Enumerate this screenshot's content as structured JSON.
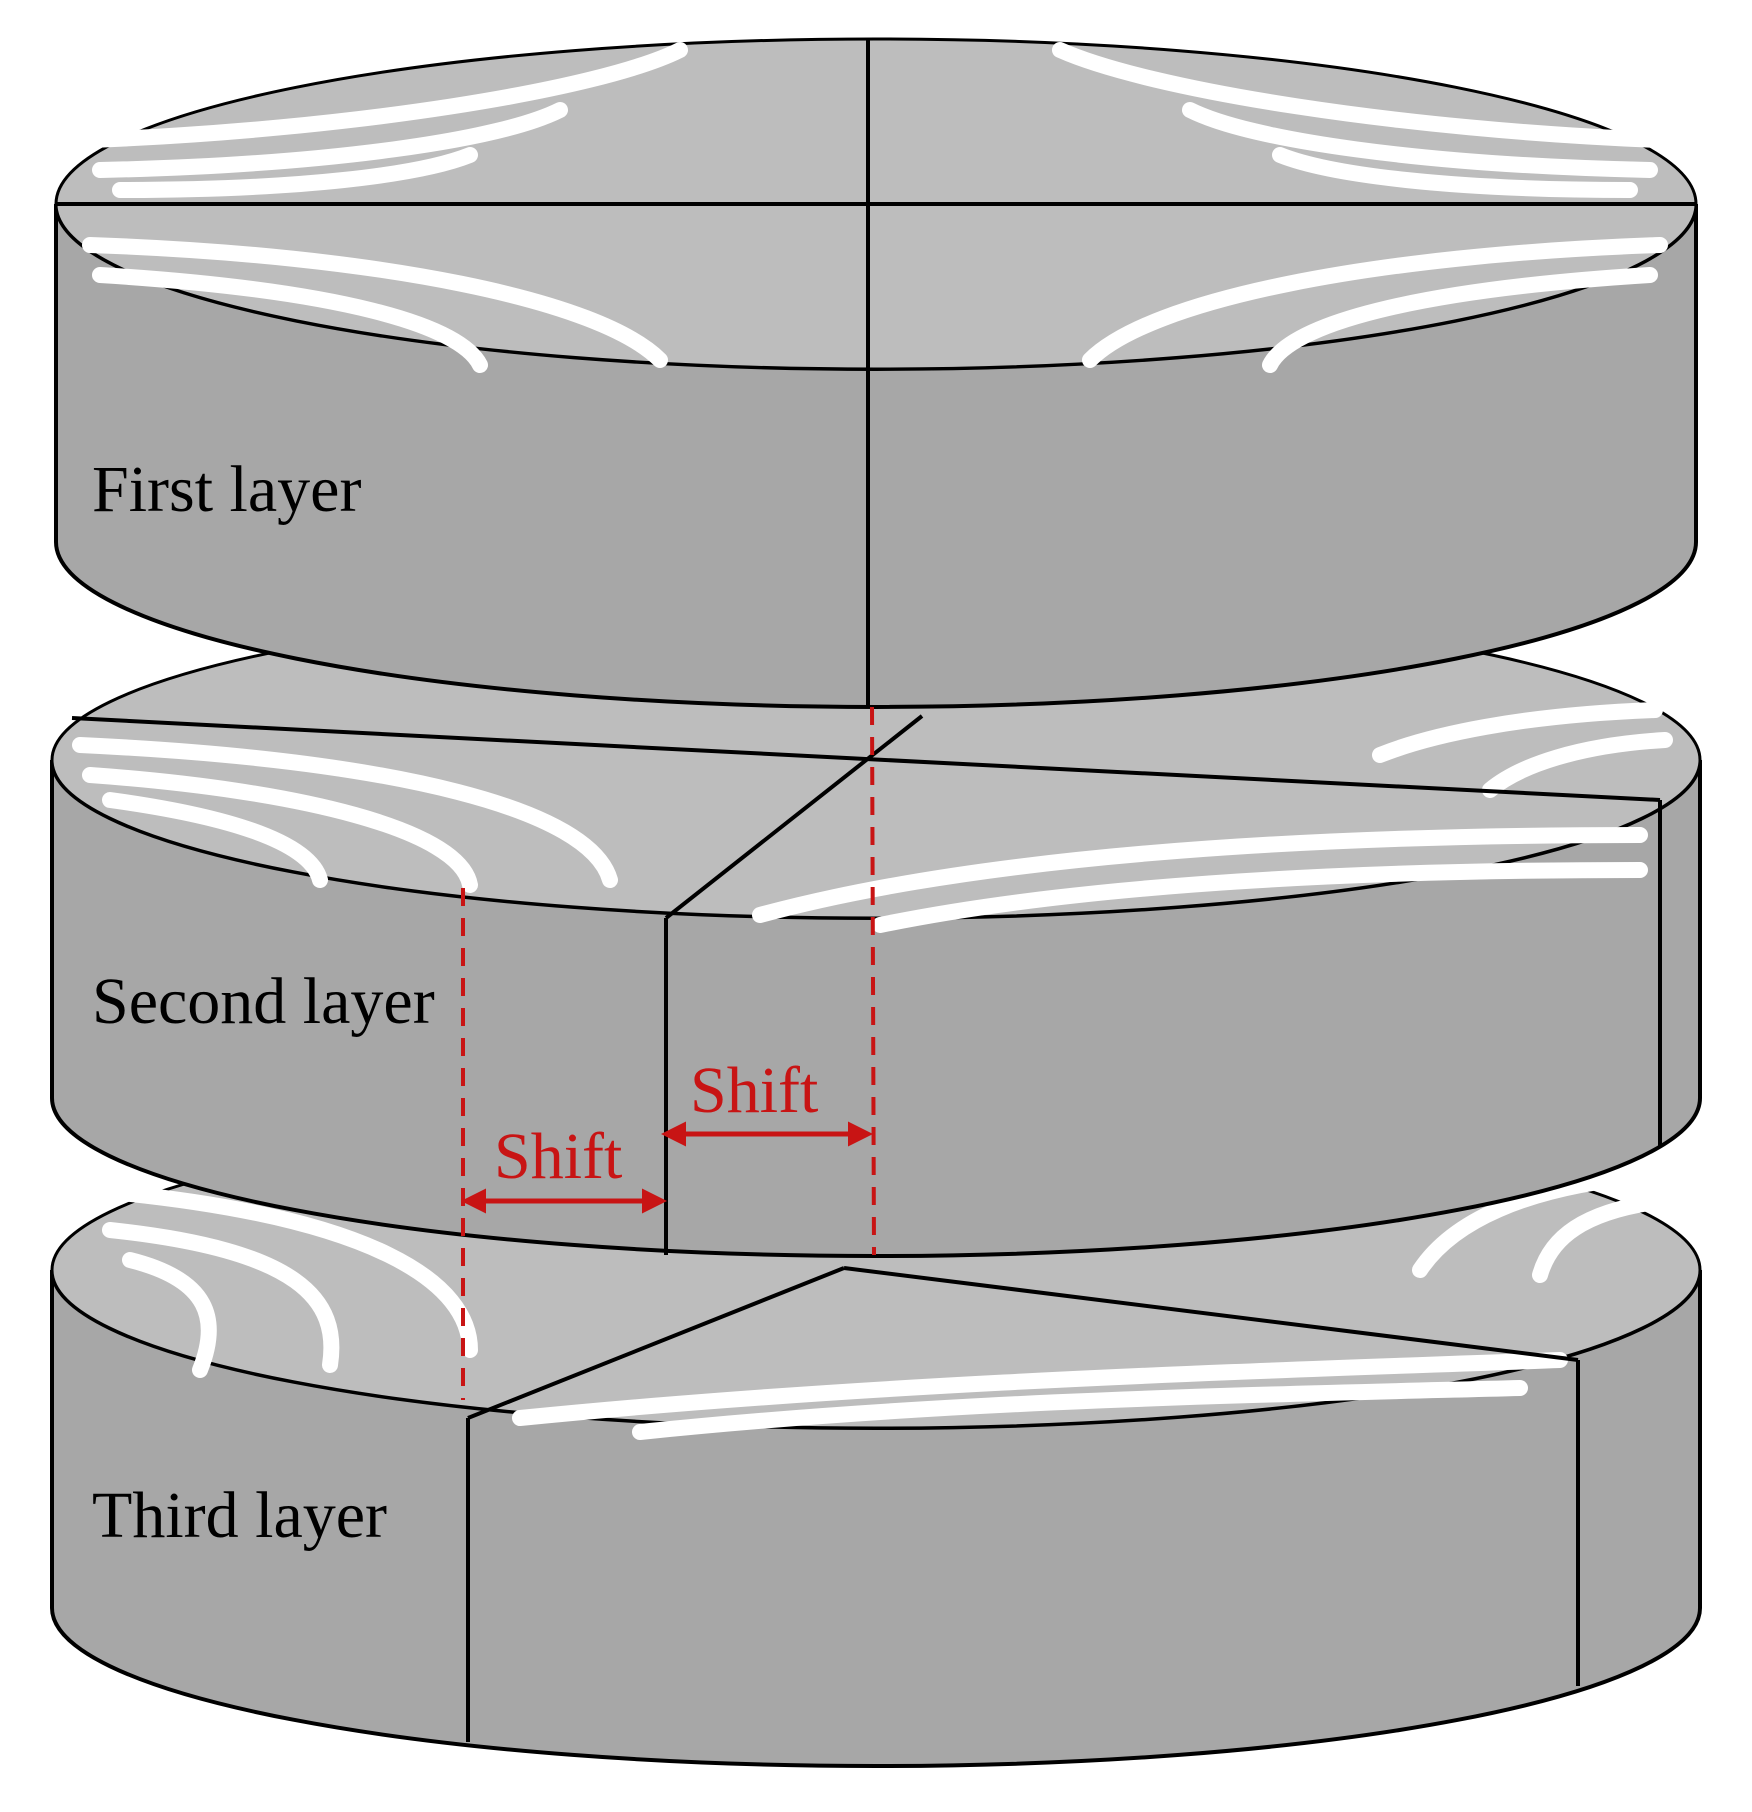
{
  "colors": {
    "background": "#ffffff",
    "top_face": "#bdbdbd",
    "side_face": "#a7a7a7",
    "grain": "#ffffff",
    "outline": "#000000",
    "shift_marker": "#c81414"
  },
  "layers": [
    {
      "label": "First layer"
    },
    {
      "label": "Second layer"
    },
    {
      "label": "Third layer"
    }
  ],
  "shifts": [
    {
      "label": "Shift"
    },
    {
      "label": "Shift"
    }
  ]
}
